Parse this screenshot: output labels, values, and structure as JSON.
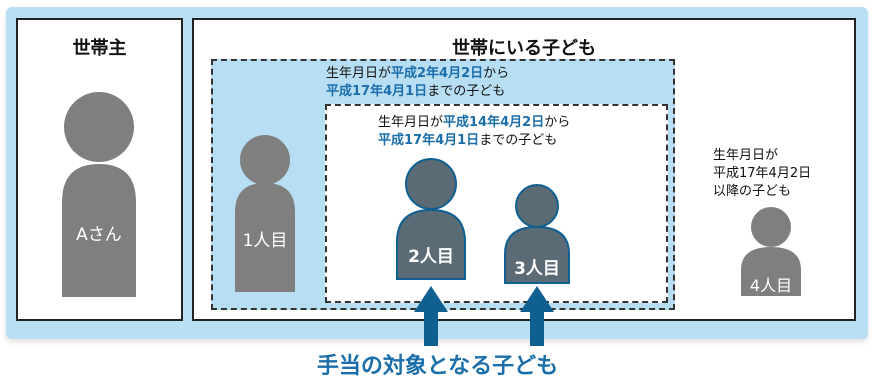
{
  "panels": {
    "left_title": "世帯主",
    "right_title": "世帯にいる子ども"
  },
  "ranges": {
    "outer": {
      "l1_a": "生年月日が",
      "l1_b": "平成2年4月2日",
      "l1_c": "から",
      "l2_a": "平成17年4月1日",
      "l2_b": "までの子ども"
    },
    "inner": {
      "l1_a": "生年月日が",
      "l1_b": "平成14年4月2日",
      "l1_c": "から",
      "l2_a": "平成17年4月1日",
      "l2_b": "までの子ども"
    },
    "outside": {
      "l1": "生年月日が",
      "l2": "平成17年4月2日",
      "l3": "以降の子ども"
    }
  },
  "people": {
    "head": "Aさん",
    "child1": "1人目",
    "child2": "2人目",
    "child3": "3人目",
    "child4": "4人目"
  },
  "banner": "手当の対象となる子ども",
  "colors": {
    "highlight": "#1b6eaa",
    "gray_person": "#7f7f7f",
    "dark_person": "#5b6b75",
    "arrow": "#0f5f91",
    "zone_blue": "#b7def3"
  }
}
